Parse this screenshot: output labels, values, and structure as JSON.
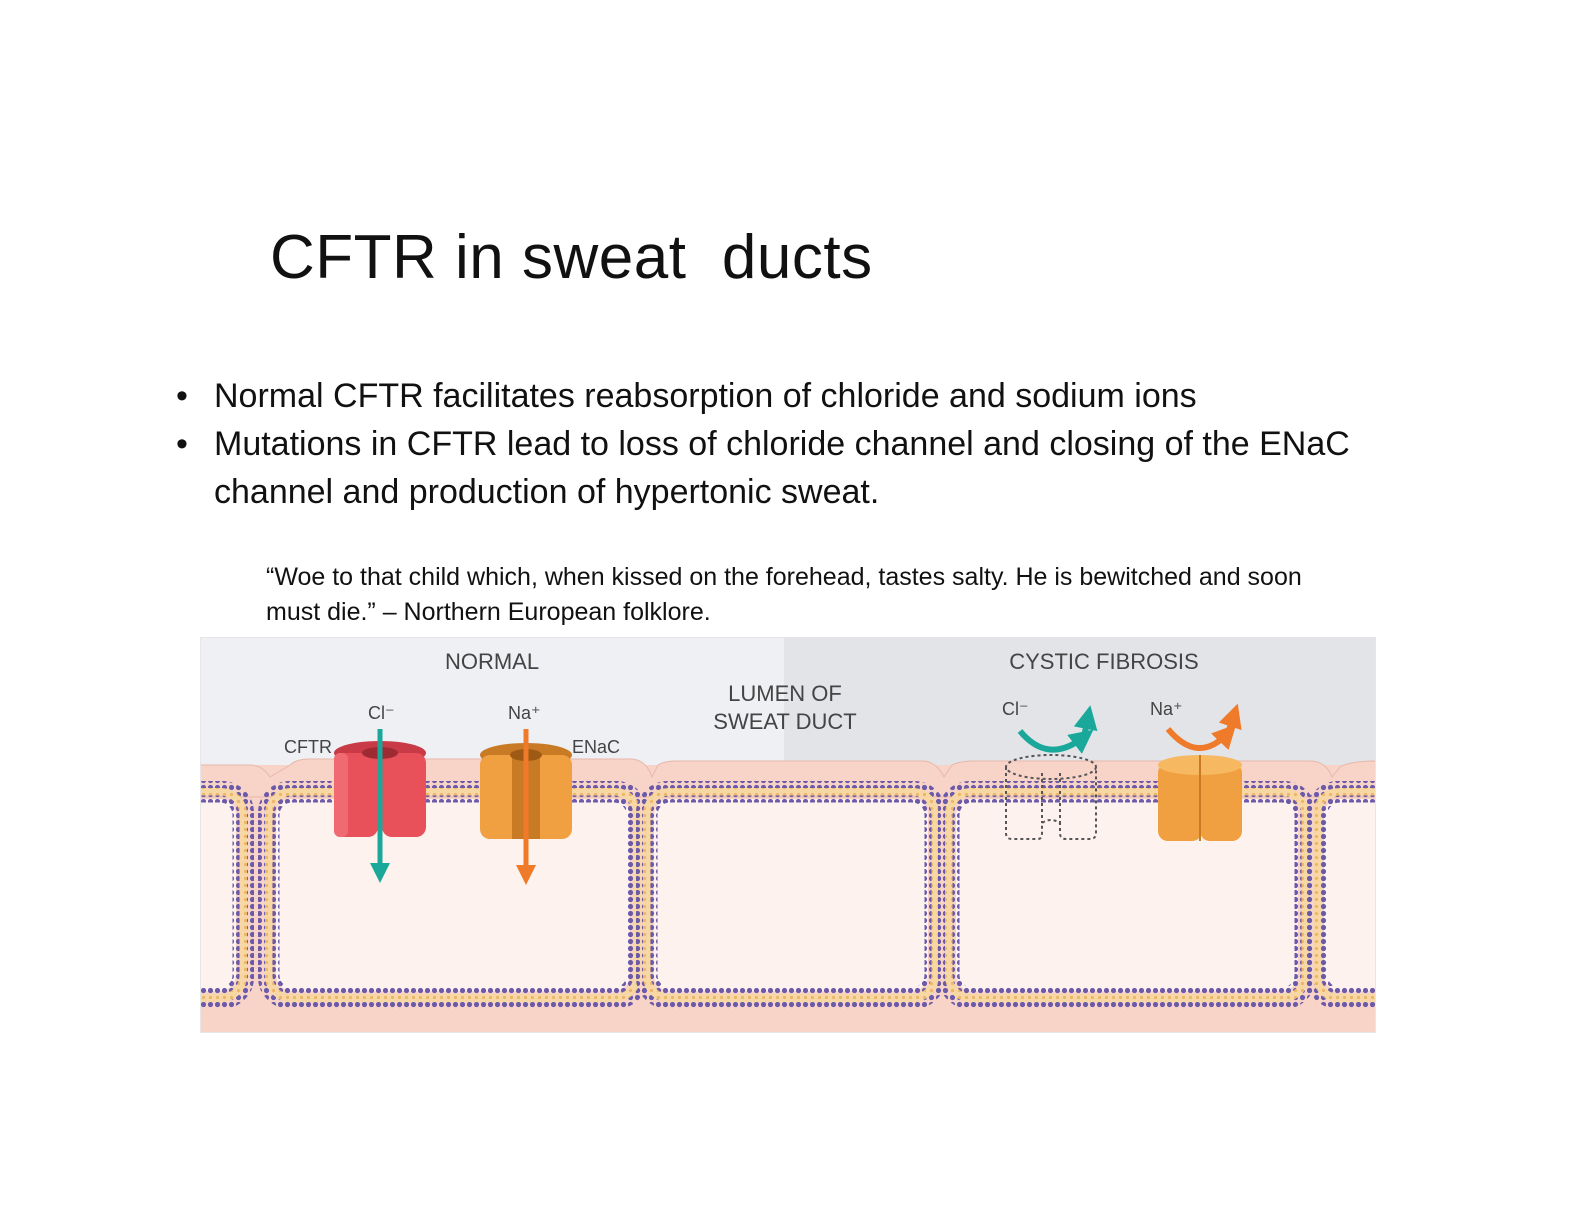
{
  "slide": {
    "title": "CFTR in sweat  ducts",
    "bullets": [
      "Normal CFTR facilitates reabsorption of chloride and sodium ions",
      "Mutations in CFTR lead to loss of chloride channel and closing of the ENaC channel and production of hypertonic sweat."
    ],
    "bullet_symbol": "•",
    "quote": "“Woe to that child which, when kissed on the forehead, tastes salty.  He is bewitched and soon must die.” – Northern European folklore."
  },
  "diagram": {
    "normal_label": "NORMAL",
    "cf_label": "CYSTIC FIBROSIS",
    "lumen_line1": "LUMEN OF",
    "lumen_line2": "SWEAT DUCT",
    "cftr_label": "CFTR",
    "enac_label": "ENaC",
    "normal_cl_label": "Cl⁻",
    "normal_na_label": "Na⁺",
    "cf_cl_label": "Cl⁻",
    "cf_na_label": "Na⁺",
    "colors": {
      "lumen_normal": "#eef0f4",
      "lumen_cf": "#e2e4e8",
      "tissue": "#f8d3c8",
      "cell_inside": "#fdf2ee",
      "membrane_outer": "#6a5aa8",
      "membrane_inner": "#f5c98c",
      "cftr_red": "#e8505a",
      "enac_orange": "#f0a040",
      "chloride_arrow": "#1aa89a",
      "sodium_arrow": "#ee7a2a"
    }
  }
}
